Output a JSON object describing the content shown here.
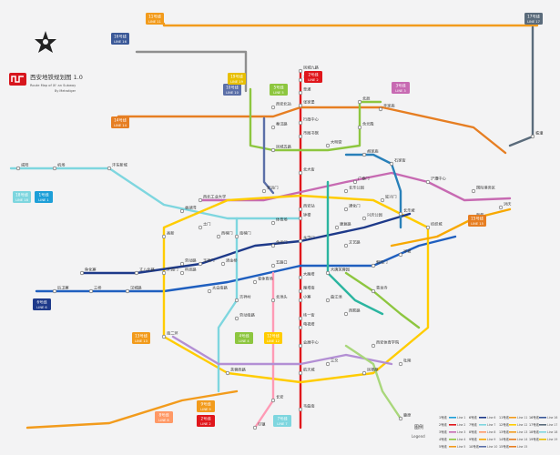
{
  "header": {
    "title": "西安地铁规划图 1.0",
    "subtitle": "Route Map of Xi' an Subway",
    "credit": "By Metrotiger"
  },
  "colors": {
    "line1": "#1f77c9",
    "line2": "#e0161b",
    "line3": "#d14f9c",
    "line4": "#1d9fd8",
    "line5": "#8dc63f",
    "line6": "#c76ab2",
    "line7": "#f29b1c",
    "line8": "#ffcc00",
    "line9": "#f7a800",
    "line10": "#a7a9ac",
    "line11": "#9b59b6",
    "line12": "#e8bf00",
    "line13": "#e67e22",
    "line14": "#d35400",
    "line15": "#5bc0de",
    "line16": "#3b5998",
    "line17": "#7f8c8d",
    "line18": "#7ed6df",
    "line19": "#c0392b",
    "background": "#f3f3f4"
  },
  "line_badges": [
    {
      "code": "11号线",
      "en": "LINE 11",
      "color": "#f29b1c"
    },
    {
      "code": "16号线",
      "en": "LINE 16",
      "color": "#3b5998"
    },
    {
      "code": "10号线",
      "en": "LINE 10",
      "color": "#5b6fa8"
    },
    {
      "code": "5号线",
      "en": "LINE 5",
      "color": "#8dc63f"
    },
    {
      "code": "2号线",
      "en": "LINE 2",
      "color": "#e0161b"
    },
    {
      "code": "3号线",
      "en": "LINE 3",
      "color": "#c76ab2"
    },
    {
      "code": "17号线",
      "en": "LINE 17",
      "color": "#5a6b7b"
    },
    {
      "code": "14号线",
      "en": "LINE 14",
      "color": "#e67e22"
    },
    {
      "code": "18号线",
      "en": "LINE 18",
      "color": "#7ed6df"
    },
    {
      "code": "1号线",
      "en": "LINE 1",
      "color": "#1d9fd8"
    },
    {
      "code": "15号线",
      "en": "LINE 15",
      "color": "#e67e22"
    },
    {
      "code": "6号线",
      "en": "LINE 6",
      "color": "#1e3a8a"
    },
    {
      "code": "13号线",
      "en": "LINE 13",
      "color": "#f29b1c"
    },
    {
      "code": "4号线",
      "en": "LINE 4",
      "color": "#8dc63f"
    },
    {
      "code": "12号线",
      "en": "LINE 12",
      "color": "#ffcc00"
    },
    {
      "code": "9号线",
      "en": "LINE 9",
      "color": "#f29b1c"
    },
    {
      "code": "8号线",
      "en": "LINE 8",
      "color": "#ff9966"
    },
    {
      "code": "2号线",
      "en": "LINE 2",
      "color": "#e0161b"
    },
    {
      "code": "7号线",
      "en": "LINE 7",
      "color": "#7ed6df"
    },
    {
      "code": "19号线",
      "en": "LINE 19",
      "color": "#e8bf00"
    }
  ],
  "stations": [
    "北客站",
    "草滩",
    "张家堡",
    "行政中心",
    "市图书馆",
    "北大街",
    "钟楼",
    "永宁门",
    "小寨",
    "纬一街",
    "会展中心",
    "航天城",
    "韦曲南",
    "秦汉路",
    "西安北站",
    "长乐公园",
    "通化门",
    "康复路",
    "纺织城",
    "后卫寨",
    "三桥",
    "汉城路",
    "开远门",
    "劳动路",
    "玉祥门",
    "洒金桥",
    "五路口",
    "朝阳门",
    "半坡",
    "鱼化寨",
    "丈八北路",
    "科技路",
    "太白南路",
    "吉祥村",
    "大雁塔",
    "曲江池",
    "西影路",
    "胡家庙",
    "大明宫",
    "浐灞中心",
    "国际港务区",
    "香湖湾",
    "西安站",
    "含元殿",
    "延兴门",
    "石家街",
    "辛家庙",
    "广泰门",
    "长乐坡",
    "青龙寺",
    "北池头",
    "雁塔南",
    "芙蓉西路",
    "北辰",
    "凤城九路",
    "凤城五路",
    "安远门",
    "西北工业大学",
    "南稍门",
    "体育场",
    "省体育场",
    "电视塔",
    "三爻",
    "凤栖原",
    "杜陵",
    "大唐芙蓉园",
    "西安体育学院",
    "咸阳",
    "机场",
    "沣东新城",
    "高新",
    "南二环",
    "西稍门",
    "土门",
    "劳动南路",
    "含光门",
    "文艺路",
    "兴庆公园",
    "新筑",
    "洪庆",
    "临潼",
    "鹿原",
    "长安",
    "引镇"
  ],
  "legend": {
    "title": "图例",
    "subtitle": "Legend",
    "items": [
      {
        "code": "1号线",
        "en": "Line 1",
        "color": "#1d9fd8"
      },
      {
        "code": "2号线",
        "en": "Line 2",
        "color": "#e0161b"
      },
      {
        "code": "3号线",
        "en": "Line 3",
        "color": "#c76ab2"
      },
      {
        "code": "4号线",
        "en": "Line 4",
        "color": "#8dc63f"
      },
      {
        "code": "5号线",
        "en": "Line 5",
        "color": "#f29b1c"
      },
      {
        "code": "6号线",
        "en": "Line 6",
        "color": "#1e3a8a"
      },
      {
        "code": "7号线",
        "en": "Line 7",
        "color": "#7ed6df"
      },
      {
        "code": "8号线",
        "en": "Line 8",
        "color": "#ff9966"
      },
      {
        "code": "9号线",
        "en": "Line 9",
        "color": "#f7a800"
      },
      {
        "code": "10号线",
        "en": "Line 10",
        "color": "#5b6fa8"
      },
      {
        "code": "11号线",
        "en": "Line 11",
        "color": "#f29b1c"
      },
      {
        "code": "12号线",
        "en": "Line 12",
        "color": "#ffcc00"
      },
      {
        "code": "13号线",
        "en": "Line 13",
        "color": "#f29b1c"
      },
      {
        "code": "14号线",
        "en": "Line 14",
        "color": "#e67e22"
      },
      {
        "code": "15号线",
        "en": "Line 15",
        "color": "#e67e22"
      },
      {
        "code": "16号线",
        "en": "Line 16",
        "color": "#3b5998"
      },
      {
        "code": "17号线",
        "en": "Line 17",
        "color": "#5a6b7b"
      },
      {
        "code": "18号线",
        "en": "Line 18",
        "color": "#7ed6df"
      },
      {
        "code": "19号线",
        "en": "Line 19",
        "color": "#e8bf00"
      }
    ]
  }
}
